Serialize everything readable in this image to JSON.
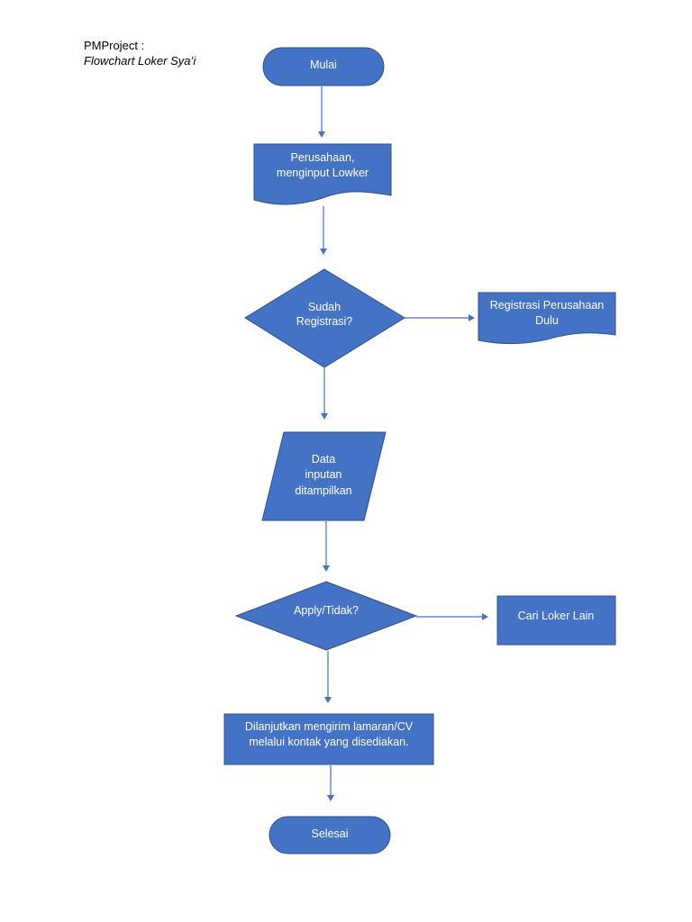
{
  "header": {
    "title": "PMProject :",
    "subtitle": "Flowchart Loker Sya’i"
  },
  "nodes": {
    "start": "Mulai",
    "input_company_1": "Perusahaan,",
    "input_company_2": "menginput Lowker",
    "decision_registered_1": "Sudah",
    "decision_registered_2": "Registrasi?",
    "register_company_1": "Registrasi Perusahaan",
    "register_company_2": "Dulu",
    "data_shown_1": "Data",
    "data_shown_2": "inputan",
    "data_shown_3": "ditampilkan",
    "decision_apply": "Apply/Tidak?",
    "find_other": "Cari Loker Lain",
    "continue_1": "Dilanjutkan mengirim lamaran/CV",
    "continue_2": "melalui kontak yang disediakan.",
    "end": "Selesai"
  },
  "colors": {
    "shape_fill": "#4472c4",
    "shape_border": "#2f528f",
    "text": "#ffffff"
  }
}
